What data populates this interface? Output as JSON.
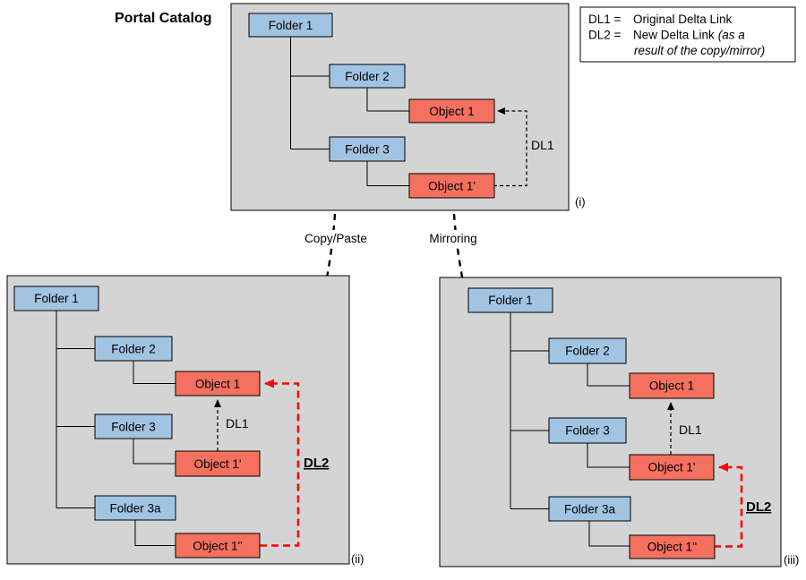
{
  "title": "Portal Catalog",
  "legend": {
    "line1_key": "DL1 =",
    "line1_text": "Original Delta Link",
    "line2_key": "DL2 =",
    "line2_text": "New Delta Link",
    "line2_italic": "(as a",
    "line3_italic": "result of the copy/mirror)"
  },
  "transitions": {
    "copy_paste": "Copy/Paste",
    "mirroring": "Mirroring"
  },
  "panel_i": {
    "tag": "(i)",
    "dl1": "DL1",
    "nodes": {
      "folder1": "Folder 1",
      "folder2": "Folder 2",
      "folder3": "Folder 3",
      "object1": "Object 1",
      "object1_prime": "Object 1'"
    }
  },
  "panel_ii": {
    "tag": "(ii)",
    "dl1": "DL1",
    "dl2": "DL2",
    "nodes": {
      "folder1": "Folder 1",
      "folder2": "Folder 2",
      "folder3": "Folder 3",
      "folder3a": "Folder 3a",
      "object1": "Object 1",
      "object1_prime": "Object 1'",
      "object1_double_prime": "Object 1''"
    }
  },
  "panel_iii": {
    "tag": "(iii)",
    "dl1": "DL1",
    "dl2": "DL2",
    "nodes": {
      "folder1": "Folder 1",
      "folder2": "Folder 2",
      "folder3": "Folder 3",
      "folder3a": "Folder 3a",
      "object1": "Object 1",
      "object1_prime": "Object 1'",
      "object1_double_prime": "Object 1''"
    }
  },
  "colors": {
    "panel_bg": "#d4d4d4",
    "folder_fill": "#a1c4e3",
    "object_fill": "#f4705f",
    "dl2_red": "#ff0000",
    "line": "#000000",
    "text": "#000000"
  }
}
